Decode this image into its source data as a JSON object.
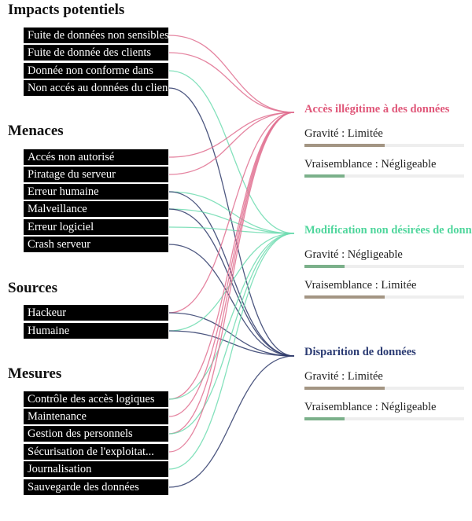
{
  "groups": [
    {
      "title": "Impacts potentiels",
      "items": [
        "Fuite de données non sensibles",
        "Fuite de donnée des clients",
        "Donnée non conforme dans",
        "Non accés au données du client"
      ]
    },
    {
      "title": "Menaces",
      "items": [
        "Accés non autorisé",
        "Piratage du serveur",
        "Erreur humaine",
        "Malveillance",
        "Erreur logiciel",
        "Crash serveur"
      ]
    },
    {
      "title": "Sources",
      "items": [
        "Hackeur",
        "Humaine"
      ]
    },
    {
      "title": "Mesures",
      "items": [
        "Contrôle des accès logiques",
        "Maintenance",
        "Gestion des personnels",
        "Sécurisation de l'exploitat...",
        "Journalisation",
        "Sauvegarde des données"
      ]
    }
  ],
  "targets": [
    {
      "title": "Accès illégitime à des données",
      "color": "#e0587a",
      "gravite_label": "Gravité : Limitée",
      "gravite_level": 0.5,
      "gravite_color": "#a39583",
      "vraisemblance_label": "Vraisemblance : Négligeable",
      "vraisemblance_level": 0.25,
      "vraisemblance_color": "#7bb08a"
    },
    {
      "title": "Modification non désirées de données",
      "color": "#4fd69c",
      "gravite_label": "Gravité : Négligeable",
      "gravite_level": 0.25,
      "gravite_color": "#7bb08a",
      "vraisemblance_label": "Vraisemblance : Limitée",
      "vraisemblance_level": 0.5,
      "vraisemblance_color": "#a39583"
    },
    {
      "title": "Disparition de données",
      "color": "#2a3a72",
      "gravite_label": "Gravité : Limitée",
      "gravite_level": 0.5,
      "gravite_color": "#a39583",
      "vraisemblance_label": "Vraisemblance : Négligeable",
      "vraisemblance_level": 0.25,
      "vraisemblance_color": "#7bb08a"
    }
  ],
  "links": [
    [
      0,
      0,
      0
    ],
    [
      0,
      1,
      0
    ],
    [
      0,
      2,
      1
    ],
    [
      0,
      3,
      2
    ],
    [
      1,
      0,
      0
    ],
    [
      1,
      1,
      0
    ],
    [
      1,
      2,
      1
    ],
    [
      1,
      2,
      2
    ],
    [
      1,
      3,
      1
    ],
    [
      1,
      3,
      2
    ],
    [
      1,
      4,
      1
    ],
    [
      1,
      5,
      2
    ],
    [
      2,
      0,
      0
    ],
    [
      2,
      0,
      2
    ],
    [
      2,
      1,
      1
    ],
    [
      2,
      1,
      2
    ],
    [
      3,
      0,
      0
    ],
    [
      3,
      0,
      1
    ],
    [
      3,
      1,
      0
    ],
    [
      3,
      2,
      0
    ],
    [
      3,
      2,
      1
    ],
    [
      3,
      3,
      0
    ],
    [
      3,
      4,
      1
    ],
    [
      3,
      5,
      2
    ]
  ],
  "link_colors": [
    "#e07090",
    "#6fdcb0",
    "#2e3a6a"
  ]
}
